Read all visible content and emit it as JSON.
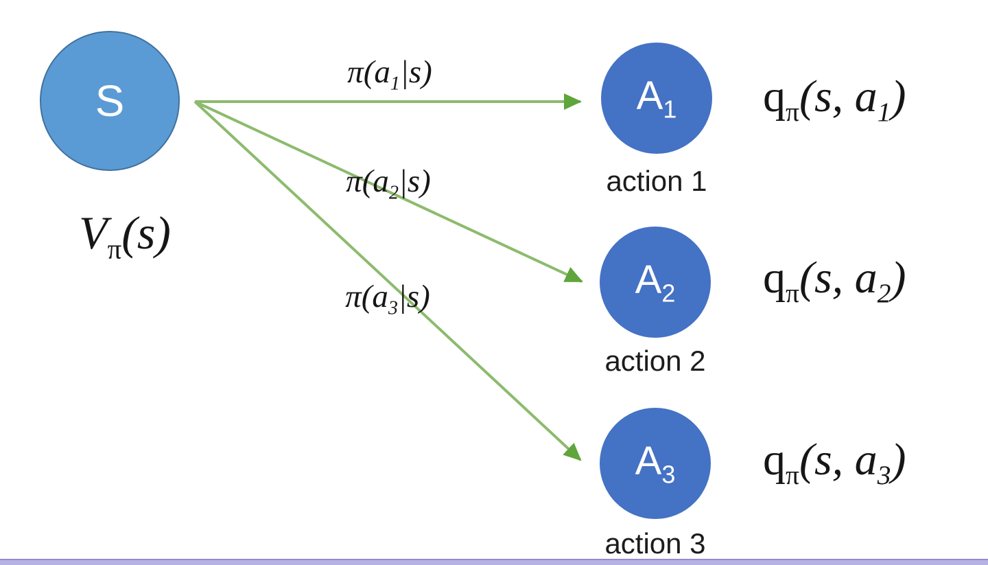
{
  "colors": {
    "state_fill": "#5b9bd5",
    "state_border": "#41719c",
    "action_fill": "#4472c4",
    "arrow_line": "#8cbb6d",
    "arrow_head": "#5fa53c",
    "caption_text": "#1c1c1c",
    "math_text": "#161616",
    "footer_bar": "#b6b2e3",
    "footer_bar_edge": "#918bd1"
  },
  "diagram": {
    "state": {
      "label": "S",
      "value": {
        "base": "V",
        "sub": "π",
        "args": "(s)"
      }
    },
    "actions": [
      {
        "node": {
          "base": "A",
          "sub": "1"
        },
        "caption": "action 1",
        "policy": {
          "pre": "π(a",
          "sub": "1",
          "post": "|s)"
        },
        "q": {
          "base": "q",
          "sub": "π",
          "pre": "(s, a",
          "argsub": "1",
          "post": ")"
        }
      },
      {
        "node": {
          "base": "A",
          "sub": "2"
        },
        "caption": "action 2",
        "policy": {
          "pre": "π(a",
          "sub": "2",
          "post": "|s)"
        },
        "q": {
          "base": "q",
          "sub": "π",
          "pre": "(s, a",
          "argsub": "2",
          "post": ")"
        }
      },
      {
        "node": {
          "base": "A",
          "sub": "3"
        },
        "caption": "action 3",
        "policy": {
          "pre": "π(a",
          "sub": "3",
          "post": "|s)"
        },
        "q": {
          "base": "q",
          "sub": "π",
          "pre": "(s, a",
          "argsub": "3",
          "post": ")"
        }
      }
    ]
  }
}
